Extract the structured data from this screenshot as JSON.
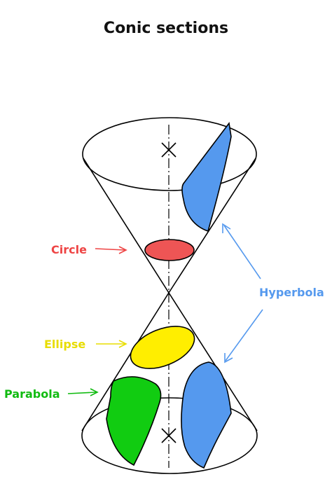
{
  "title": "Conic sections",
  "labels": {
    "circle": "Circle",
    "ellipse": "Ellipse",
    "parabola": "Parabola",
    "hyperbola": "Hyperbola"
  },
  "colors": {
    "circle": "#ee5555",
    "ellipse": "#ffee00",
    "parabola": "#11cc11",
    "hyperbola": "#5599ee",
    "circle_text": "#ee4444",
    "ellipse_text": "#e8dd00",
    "parabola_text": "#11bb11",
    "hyperbola_text": "#5599ee"
  }
}
